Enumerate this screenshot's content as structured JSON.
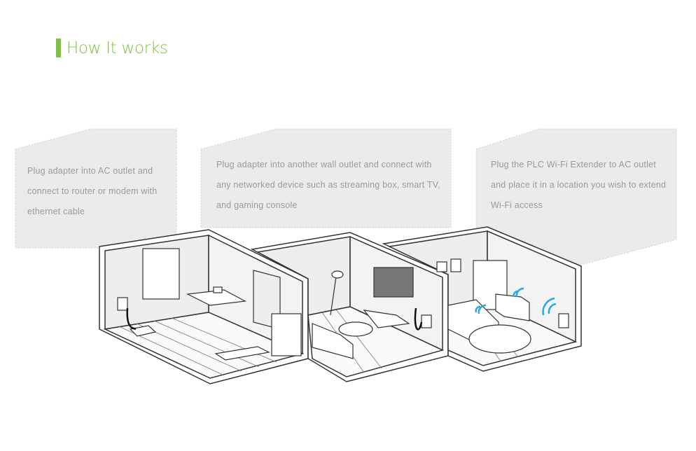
{
  "header": {
    "title": "How It works"
  },
  "steps": [
    {
      "text": "Plug adapter into AC outlet and connect to router or modem with ethernet cable"
    },
    {
      "text": "Plug adapter into another wall outlet and connect with any networked device such as streaming box, smart TV, and gaming console"
    },
    {
      "text": "Plug the PLC Wi-Fi Extender to AC outlet and place it in a location you wish to extend Wi-Fi access"
    }
  ],
  "colors": {
    "accent": "#7dc242",
    "wifi": "#29a9e1",
    "panel": "#ebebeb"
  }
}
